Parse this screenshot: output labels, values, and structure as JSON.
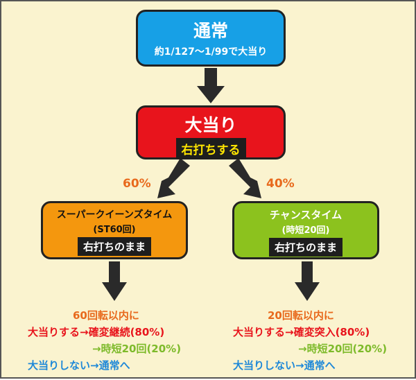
{
  "colors": {
    "background": "#faf3cf",
    "normal_box": "#17a0e6",
    "hit_box": "#e8141c",
    "super_box": "#f4970e",
    "chance_box": "#8cc21e",
    "arrow": "#2a2a2a",
    "percent": "#e8691c",
    "red_text": "#e8141c",
    "green_text": "#7dba2a",
    "blue_text": "#1e88d8",
    "yellow_tag_text": "#ffe600"
  },
  "normal": {
    "title": "通常",
    "subtitle": "約1/127〜1/99で大当り"
  },
  "hit": {
    "title": "大当り",
    "tag": "右打ちする"
  },
  "branches": {
    "left": {
      "percent": "60%",
      "title": "スーパークイーンズタイム",
      "subtitle": "(ST60回)",
      "tag": "右打ちのまま",
      "result": {
        "condition": "60回転以内に",
        "win": "大当りする→確変継続(80%)",
        "win_alt": "→時短20回(20%)",
        "lose": "大当りしない→通常へ"
      }
    },
    "right": {
      "percent": "40%",
      "title": "チャンスタイム",
      "subtitle": "(時短20回)",
      "tag": "右打ちのまま",
      "result": {
        "condition": "20回転以内に",
        "win": "大当りする→確変突入(80%)",
        "win_alt": "→時短20回(20%)",
        "lose": "大当りしない→通常へ"
      }
    }
  }
}
